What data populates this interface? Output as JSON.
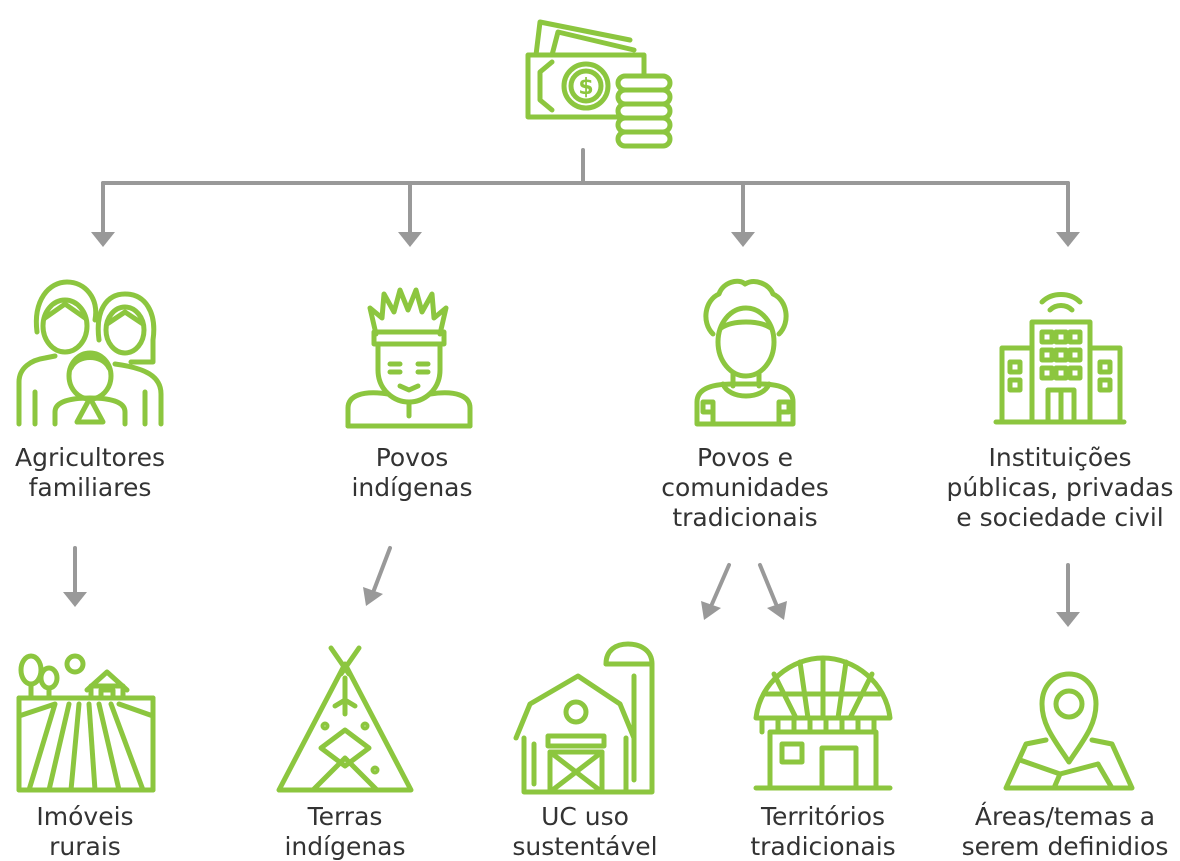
{
  "colors": {
    "icon": "#8cc63f",
    "connector": "#999999",
    "text": "#333333"
  },
  "root": {
    "icon": "money-stack-icon"
  },
  "groups": [
    {
      "label_lines": [
        "Agricultores",
        "familiares"
      ],
      "icon": "family-icon"
    },
    {
      "label_lines": [
        "Povos",
        "indígenas"
      ],
      "icon": "indigenous-person-icon"
    },
    {
      "label_lines": [
        "Povos e",
        "comunidades",
        "tradicionais"
      ],
      "icon": "traditional-person-icon"
    },
    {
      "label_lines": [
        "Instituições",
        "públicas, privadas",
        "e sociedade civil"
      ],
      "icon": "office-building-icon"
    }
  ],
  "targets": [
    {
      "label_lines": [
        "Imóveis",
        "rurais"
      ],
      "icon": "farm-field-icon"
    },
    {
      "label_lines": [
        "Terras",
        "indígenas"
      ],
      "icon": "teepee-icon"
    },
    {
      "label_lines": [
        "UC uso",
        "sustentável"
      ],
      "icon": "barn-silo-icon"
    },
    {
      "label_lines": [
        "Territórios",
        "tradicionais"
      ],
      "icon": "thatched-hut-icon"
    },
    {
      "label_lines": [
        "Áreas/temas a",
        "serem definidios"
      ],
      "icon": "map-pin-icon"
    }
  ]
}
